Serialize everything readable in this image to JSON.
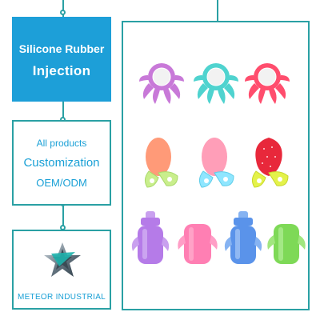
{
  "title": {
    "line1": "Silicone Rubber",
    "line2": "Injection"
  },
  "products": {
    "line1": "All products",
    "line2": "Customization",
    "line3": "OEM/ODM"
  },
  "brand": {
    "name": "METEOR INDUSTRIAL"
  },
  "colors": {
    "accent": "#2aa0a4",
    "title_bg": "#1d9fd8",
    "text_blue": "#1aa0d6"
  },
  "product_images": [
    {
      "name": "octopus-teether",
      "color": "#c879d8"
    },
    {
      "name": "octopus-teether",
      "color": "#4fd3cf"
    },
    {
      "name": "octopus-teether",
      "color": "#ff4d6d"
    },
    {
      "name": "fruit-teether",
      "color": "#ff9a78"
    },
    {
      "name": "fruit-teether",
      "color": "#ff9eb8"
    },
    {
      "name": "fruit-teether",
      "color": "#e8283b"
    },
    {
      "name": "sippy-cup",
      "color": "#b57be8"
    },
    {
      "name": "sippy-cup",
      "color": "#ff7fb3"
    },
    {
      "name": "sippy-cup",
      "color": "#5a93ea"
    },
    {
      "name": "sippy-cup",
      "color": "#7ed957"
    }
  ]
}
